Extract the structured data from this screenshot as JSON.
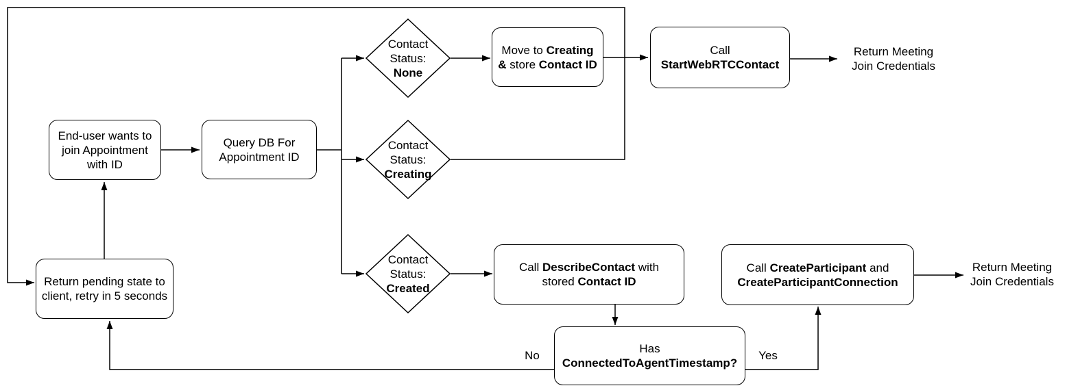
{
  "colors": {
    "background": "#ffffff",
    "stroke": "#000000",
    "text": "#000000"
  },
  "nodes": {
    "end_user": {
      "lines": [
        "End-user wants to",
        "join Appointment",
        "with ID"
      ]
    },
    "query_db": {
      "lines": [
        "Query DB For",
        "Appointment ID"
      ]
    },
    "status_none": {
      "line1": "Contact",
      "line2": "Status:",
      "value": "None"
    },
    "status_creating": {
      "line1": "Contact",
      "line2": "Status:",
      "value": "Creating"
    },
    "status_created": {
      "line1": "Contact",
      "line2": "Status:",
      "value": "Created"
    },
    "move_creating": {
      "seg1": "Move to ",
      "seg2_bold": "Creating",
      "seg3_bold": "&",
      "seg4": " store ",
      "seg5_bold": "Contact ID"
    },
    "start_webrtc": {
      "line1": "Call",
      "line2_bold": "StartWebRTCContact"
    },
    "describe_contact": {
      "seg1": "Call ",
      "seg2_bold": "DescribeContact",
      "seg3": " with",
      "seg4": "stored ",
      "seg5_bold": "Contact ID"
    },
    "has_timestamp": {
      "line1": "Has",
      "line2_bold": "ConnectedToAgentTimestamp?"
    },
    "create_participant": {
      "seg1": "Call ",
      "seg2_bold": "CreateParticipant",
      "seg3": " and",
      "seg4_bold": "CreateParticipantConnection"
    },
    "return_pending": {
      "lines": [
        "Return pending state to",
        "client, retry in 5 seconds"
      ]
    }
  },
  "labels": {
    "return_credentials_top": {
      "lines": [
        "Return Meeting",
        "Join Credentials"
      ]
    },
    "return_credentials_bottom": {
      "lines": [
        "Return Meeting",
        "Join Credentials"
      ]
    },
    "no": "No",
    "yes": "Yes"
  },
  "edges": [
    {
      "from": "end_user",
      "to": "query_db"
    },
    {
      "from": "query_db",
      "to": "status_none"
    },
    {
      "from": "query_db",
      "to": "status_creating"
    },
    {
      "from": "query_db",
      "to": "status_created"
    },
    {
      "from": "status_none",
      "to": "move_creating"
    },
    {
      "from": "move_creating",
      "to": "start_webrtc"
    },
    {
      "from": "start_webrtc",
      "to": "return_credentials_top"
    },
    {
      "from": "status_creating",
      "to": "return_pending"
    },
    {
      "from": "status_created",
      "to": "describe_contact"
    },
    {
      "from": "describe_contact",
      "to": "has_timestamp"
    },
    {
      "from": "has_timestamp",
      "to": "return_pending",
      "label": "No"
    },
    {
      "from": "has_timestamp",
      "to": "create_participant",
      "label": "Yes"
    },
    {
      "from": "create_participant",
      "to": "return_credentials_bottom"
    },
    {
      "from": "return_pending",
      "to": "end_user"
    }
  ]
}
